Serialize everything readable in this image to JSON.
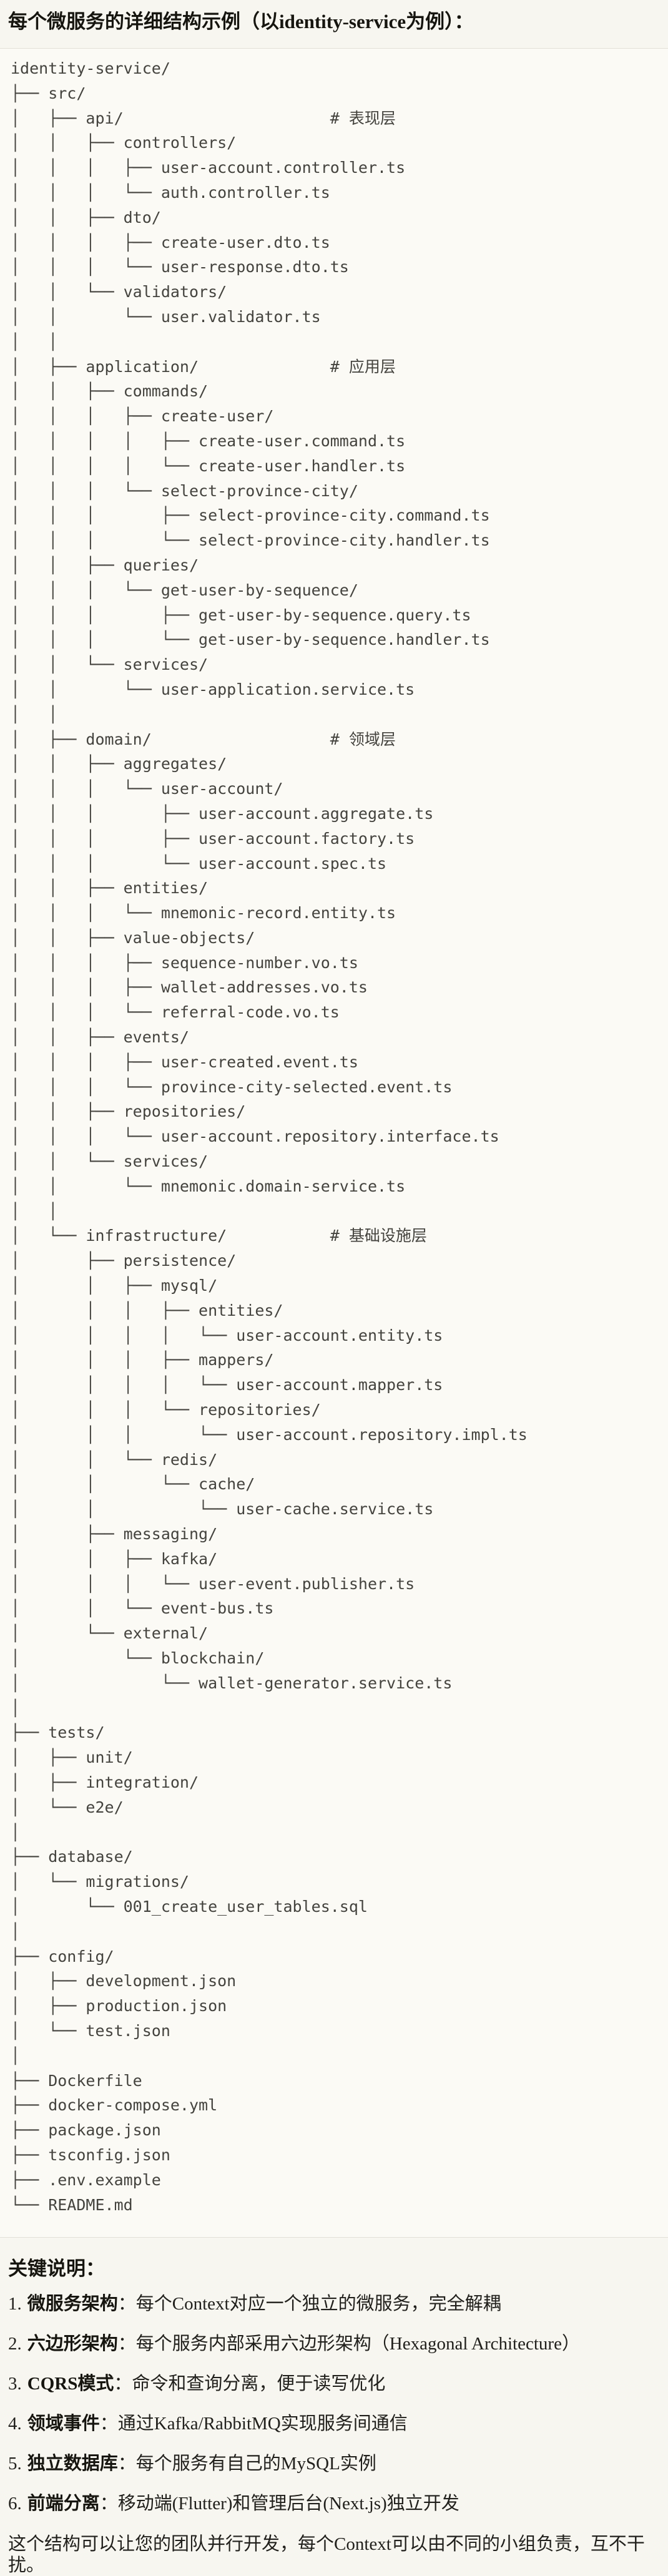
{
  "header": {
    "title": "每个微服务的详细结构示例（以identity-service为例）："
  },
  "tree": {
    "lines": [
      "identity-service/",
      "├── src/",
      "│   ├── api/                      # 表现层",
      "│   │   ├── controllers/",
      "│   │   │   ├── user-account.controller.ts",
      "│   │   │   └── auth.controller.ts",
      "│   │   ├── dto/",
      "│   │   │   ├── create-user.dto.ts",
      "│   │   │   └── user-response.dto.ts",
      "│   │   └── validators/",
      "│   │       └── user.validator.ts",
      "│   │",
      "│   ├── application/              # 应用层",
      "│   │   ├── commands/",
      "│   │   │   ├── create-user/",
      "│   │   │   │   ├── create-user.command.ts",
      "│   │   │   │   └── create-user.handler.ts",
      "│   │   │   └── select-province-city/",
      "│   │   │       ├── select-province-city.command.ts",
      "│   │   │       └── select-province-city.handler.ts",
      "│   │   ├── queries/",
      "│   │   │   └── get-user-by-sequence/",
      "│   │   │       ├── get-user-by-sequence.query.ts",
      "│   │   │       └── get-user-by-sequence.handler.ts",
      "│   │   └── services/",
      "│   │       └── user-application.service.ts",
      "│   │",
      "│   ├── domain/                   # 领域层",
      "│   │   ├── aggregates/",
      "│   │   │   └── user-account/",
      "│   │   │       ├── user-account.aggregate.ts",
      "│   │   │       ├── user-account.factory.ts",
      "│   │   │       └── user-account.spec.ts",
      "│   │   ├── entities/",
      "│   │   │   └── mnemonic-record.entity.ts",
      "│   │   ├── value-objects/",
      "│   │   │   ├── sequence-number.vo.ts",
      "│   │   │   ├── wallet-addresses.vo.ts",
      "│   │   │   └── referral-code.vo.ts",
      "│   │   ├── events/",
      "│   │   │   ├── user-created.event.ts",
      "│   │   │   └── province-city-selected.event.ts",
      "│   │   ├── repositories/",
      "│   │   │   └── user-account.repository.interface.ts",
      "│   │   └── services/",
      "│   │       └── mnemonic.domain-service.ts",
      "│   │",
      "│   └── infrastructure/           # 基础设施层",
      "│       ├── persistence/",
      "│       │   ├── mysql/",
      "│       │   │   ├── entities/",
      "│       │   │   │   └── user-account.entity.ts",
      "│       │   │   ├── mappers/",
      "│       │   │   │   └── user-account.mapper.ts",
      "│       │   │   └── repositories/",
      "│       │   │       └── user-account.repository.impl.ts",
      "│       │   └── redis/",
      "│       │       └── cache/",
      "│       │           └── user-cache.service.ts",
      "│       ├── messaging/",
      "│       │   ├── kafka/",
      "│       │   │   └── user-event.publisher.ts",
      "│       │   └── event-bus.ts",
      "│       └── external/",
      "│           └── blockchain/",
      "│               └── wallet-generator.service.ts",
      "│",
      "├── tests/",
      "│   ├── unit/",
      "│   ├── integration/",
      "│   └── e2e/",
      "│",
      "├── database/",
      "│   └── migrations/",
      "│       └── 001_create_user_tables.sql",
      "│",
      "├── config/",
      "│   ├── development.json",
      "│   ├── production.json",
      "│   └── test.json",
      "│",
      "├── Dockerfile",
      "├── docker-compose.yml",
      "├── package.json",
      "├── tsconfig.json",
      "├── .env.example",
      "└── README.md"
    ]
  },
  "notes": {
    "heading": "关键说明：",
    "items": [
      {
        "num": "1.",
        "label": "微服务架构",
        "text": "：每个Context对应一个独立的微服务，完全解耦"
      },
      {
        "num": "2.",
        "label": "六边形架构",
        "text": "：每个服务内部采用六边形架构（Hexagonal Architecture）"
      },
      {
        "num": "3.",
        "label": "CQRS模式",
        "text": "：命令和查询分离，便于读写优化"
      },
      {
        "num": "4.",
        "label": "领域事件",
        "text": "：通过Kafka/RabbitMQ实现服务间通信"
      },
      {
        "num": "5.",
        "label": "独立数据库",
        "text": "：每个服务有自己的MySQL实例"
      },
      {
        "num": "6.",
        "label": "前端分离",
        "text": "：移动端(Flutter)和管理后台(Next.js)独立开发"
      }
    ],
    "footer": "这个结构可以让您的团队并行开发，每个Context可以由不同的小组负责，互不干扰。"
  }
}
